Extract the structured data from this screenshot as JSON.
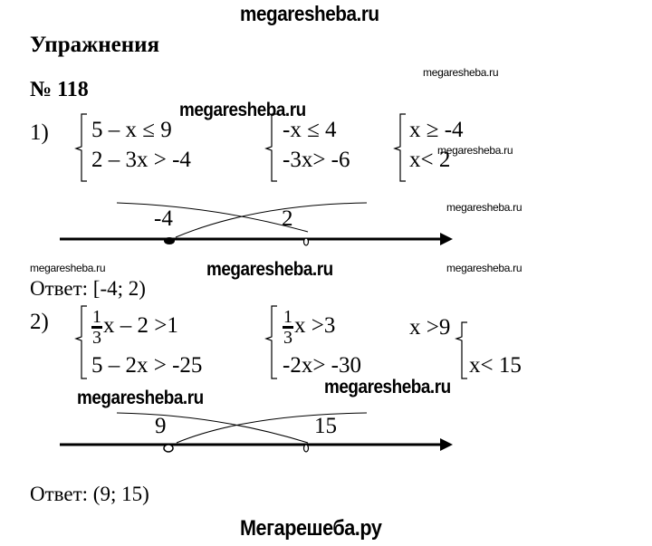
{
  "watermarks": {
    "header": "megaresheba.ru",
    "repeat": "megaresheba.ru",
    "footer": "Мегарешеба.ру"
  },
  "section_title": "Упражнения",
  "exercise_number": "№ 118",
  "part1": {
    "label": "1)",
    "system1": [
      "5 – x ≤ 9",
      "2 – 3x > -4"
    ],
    "system2": [
      "-x ≤ 4",
      "-3x> -6"
    ],
    "system3": [
      "x ≥ -4",
      "x< 2"
    ],
    "number_line": {
      "left_label": "-4",
      "right_label": "2",
      "left_point": "filled",
      "right_point": "open"
    },
    "answer": "Ответ: [-4; 2)"
  },
  "part2": {
    "label": "2)",
    "fraction": {
      "numerator": "1",
      "denominator": "3"
    },
    "system1": [
      "x – 2 >1",
      "5 – 2x > -25"
    ],
    "system2": [
      "x >3",
      "-2x> -30"
    ],
    "system3": [
      "x >9",
      "x< 15"
    ],
    "number_line": {
      "left_label": "9",
      "right_label": "15",
      "left_point": "open",
      "right_point": "open"
    },
    "answer": "Ответ: (9; 15)"
  }
}
